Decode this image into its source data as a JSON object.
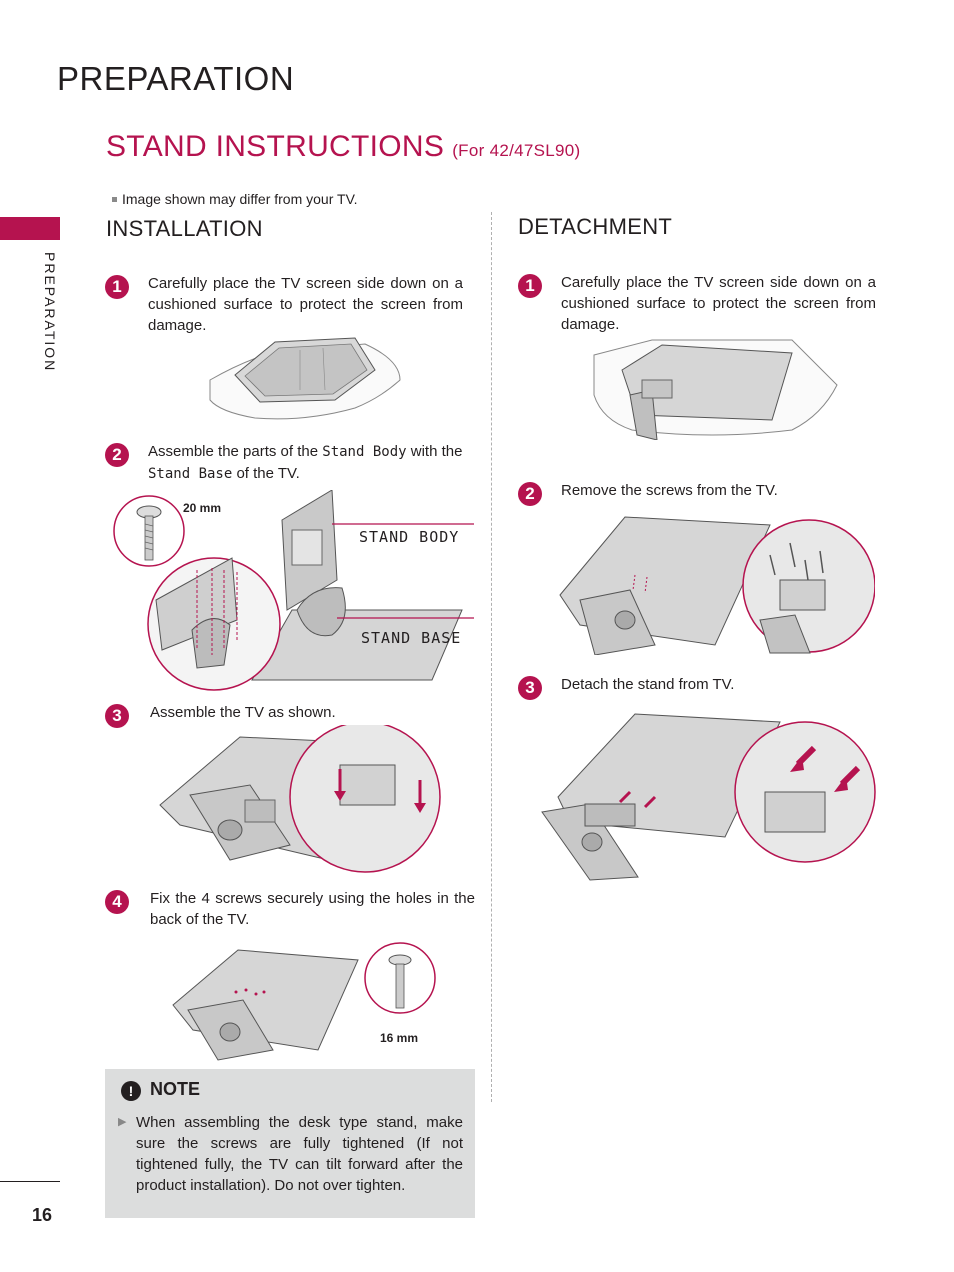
{
  "header": {
    "title": "PREPARATION",
    "section_title": "STAND INSTRUCTIONS",
    "section_model": "(For 42/47SL90)",
    "disclaimer": "Image shown may differ from your TV."
  },
  "side_tab": {
    "label": "PREPARATION"
  },
  "installation": {
    "title": "INSTALLATION",
    "steps": [
      {
        "num": "1",
        "text": "Carefully place the TV screen side down on a cushioned surface to protect the screen from damage."
      },
      {
        "num": "2",
        "text_before": "Assemble the parts of the ",
        "term1": "Stand Body",
        "text_middle": " with the ",
        "term2": "Stand Base",
        "text_after": " of the TV."
      },
      {
        "num": "3",
        "text": "Assemble the TV as shown."
      },
      {
        "num": "4",
        "text": "Fix the 4 screws securely using the holes in the back of the TV."
      }
    ],
    "screw_label_1": "20 mm",
    "callout_stand_body": "STAND BODY",
    "callout_stand_base": "STAND BASE",
    "screw_label_2": "16 mm"
  },
  "detachment": {
    "title": "DETACHMENT",
    "steps": [
      {
        "num": "1",
        "text": "Carefully place the TV screen side down on a cushioned surface to protect the screen from damage."
      },
      {
        "num": "2",
        "text": "Remove the screws from the TV."
      },
      {
        "num": "3",
        "text": "Detach the stand from TV."
      }
    ]
  },
  "note": {
    "icon": "!",
    "title": "NOTE",
    "text": "When assembling the desk type stand, make sure the screws are fully tightened (If not tightened fully, the TV can tilt forward after the product installation). Do not  over tighten."
  },
  "footer": {
    "page_number": "16"
  },
  "colors": {
    "accent": "#b5134f",
    "note_bg": "#dcdddd",
    "text": "#231f20"
  }
}
